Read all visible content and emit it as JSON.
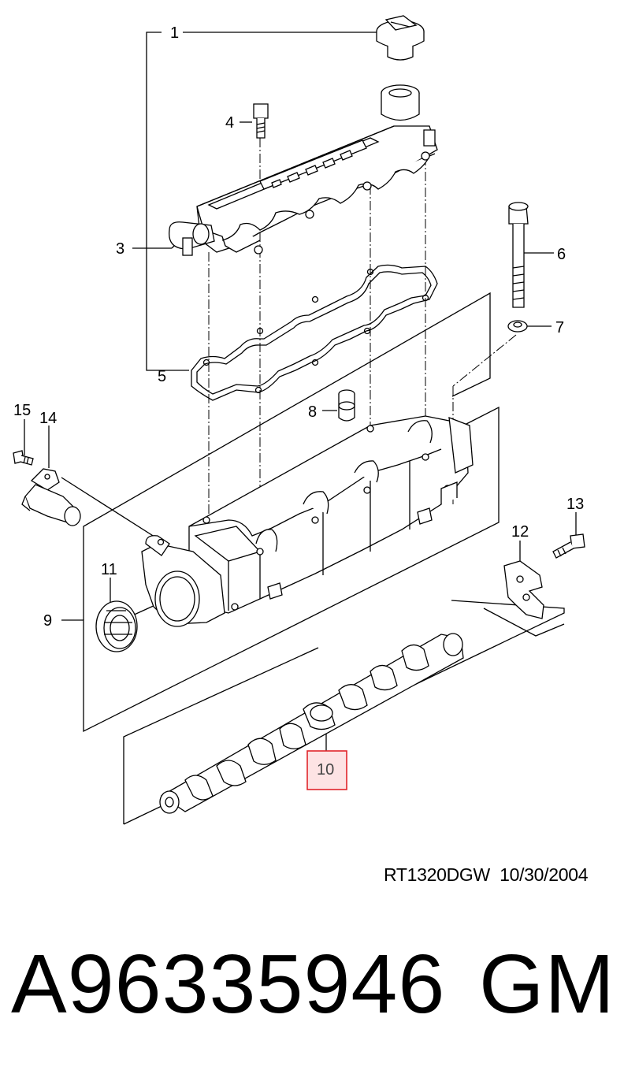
{
  "callouts": [
    {
      "id": "1",
      "label": "1",
      "part": "cylinder-head-cover",
      "highlighted": false
    },
    {
      "id": "3",
      "label": "3",
      "part": "breather-pipe",
      "highlighted": false
    },
    {
      "id": "4",
      "label": "4",
      "part": "cover-bolt",
      "highlighted": false
    },
    {
      "id": "5",
      "label": "5",
      "part": "cover-gasket",
      "highlighted": false
    },
    {
      "id": "6",
      "label": "6",
      "part": "head-bolt",
      "highlighted": false
    },
    {
      "id": "7",
      "label": "7",
      "part": "washer",
      "highlighted": false
    },
    {
      "id": "8",
      "label": "8",
      "part": "sleeve",
      "highlighted": false
    },
    {
      "id": "9",
      "label": "9",
      "part": "camshaft-housing",
      "highlighted": false
    },
    {
      "id": "10",
      "label": "10",
      "part": "camshaft",
      "highlighted": true
    },
    {
      "id": "11",
      "label": "11",
      "part": "oil-seal",
      "highlighted": false
    },
    {
      "id": "12",
      "label": "12",
      "part": "bracket",
      "highlighted": false
    },
    {
      "id": "13",
      "label": "13",
      "part": "bracket-bolt",
      "highlighted": false
    },
    {
      "id": "14",
      "label": "14",
      "part": "camshaft-position-sensor",
      "highlighted": false
    },
    {
      "id": "15",
      "label": "15",
      "part": "sensor-bolt",
      "highlighted": false
    }
  ],
  "footer": {
    "drawing_code": "RT1320DGW  10/30/2004",
    "part_number": "A96335946",
    "brand": "GM"
  },
  "colors": {
    "line": "#000000",
    "highlight_border": "#e0252b",
    "highlight_fill": "#fde3e4"
  }
}
